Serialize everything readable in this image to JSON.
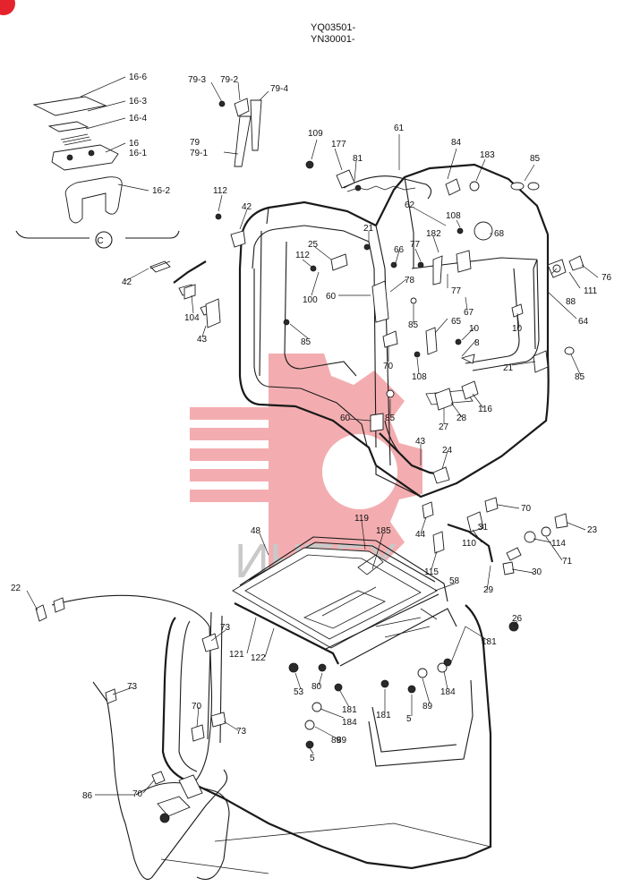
{
  "header": {
    "line1": "YQ03501-",
    "line2": "YN30001-"
  },
  "corner_badge": {
    "color": "#e4232c"
  },
  "watermark": {
    "text": "ИНТЕХ",
    "color": "#f2a5a8"
  },
  "detail_circle": {
    "letter": "C"
  },
  "labels": [
    "16-6",
    "16-3",
    "16-4",
    "16",
    "16-1",
    "16-2",
    "79-3",
    "79-2",
    "79-4",
    "79",
    "79-1",
    "109",
    "177",
    "61",
    "84",
    "183",
    "85",
    "81",
    "112",
    "42",
    "62",
    "108",
    "68",
    "21",
    "25",
    "112",
    "66",
    "77",
    "182",
    "88",
    "111",
    "76",
    "42",
    "100",
    "60",
    "78",
    "77",
    "67",
    "104",
    "85",
    "85",
    "65",
    "10",
    "64",
    "10",
    "43",
    "8",
    "70",
    "21",
    "85",
    "108",
    "85",
    "28",
    "116",
    "27",
    "60",
    "43",
    "24",
    "70",
    "44",
    "31",
    "23",
    "110",
    "114",
    "71",
    "115",
    "30",
    "29",
    "48",
    "119",
    "185",
    "58",
    "22",
    "26",
    "73",
    "181",
    "121",
    "122",
    "53",
    "80",
    "184",
    "89",
    "181",
    "181",
    "5",
    "184",
    "89",
    "73",
    "70",
    "73",
    "89",
    "5",
    "86",
    "70"
  ]
}
